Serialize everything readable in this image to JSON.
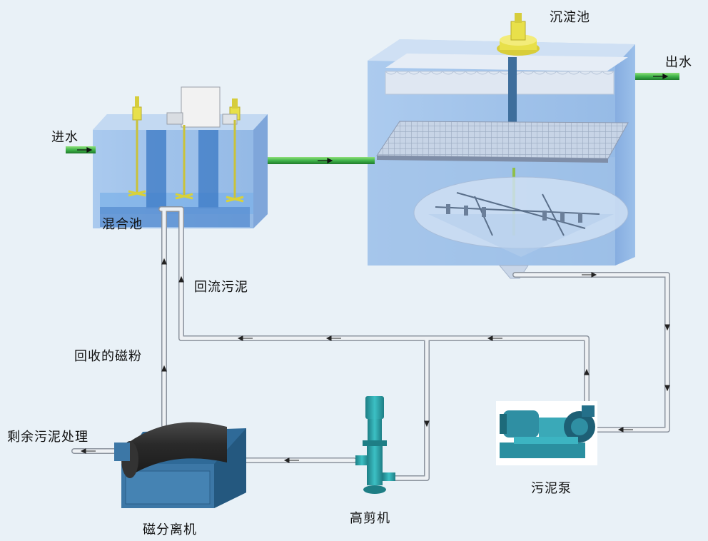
{
  "labels": {
    "inlet": "进水",
    "mixing_tank": "混合池",
    "sedimentation_tank": "沉淀池",
    "outlet": "出水",
    "return_sludge": "回流污泥",
    "recovered_magnetic_powder": "回收的磁粉",
    "excess_sludge_treatment": "剩余污泥处理",
    "magnetic_separator": "磁分离机",
    "high_shear_machine": "高剪机",
    "sludge_pump": "污泥泵"
  },
  "colors": {
    "background": "#e9f1f7",
    "water_pipe": "#3fb34a",
    "tank_water": "#9fc3ea",
    "pipe": "#c9ced6",
    "motor_yellow": "#e8e04a",
    "pump_teal": "#2ea3a8",
    "separator_blue": "#3c77a6"
  }
}
